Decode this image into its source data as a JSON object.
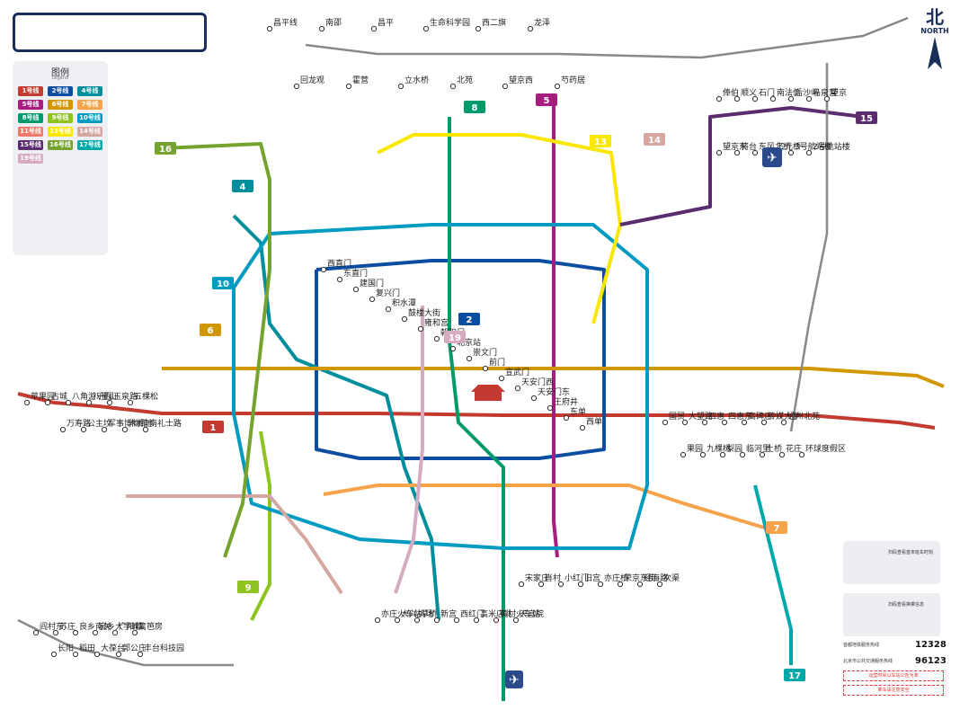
{
  "header": {
    "title": ""
  },
  "compass": {
    "zh": "北",
    "en": "NORTH"
  },
  "legend": {
    "title": "图例",
    "subtitle": "Legend",
    "chips": [
      {
        "label": "1号线",
        "color": "#c23a30"
      },
      {
        "label": "2号线",
        "color": "#0c4da2"
      },
      {
        "label": "4号线",
        "color": "#008e9c"
      },
      {
        "label": "5号线",
        "color": "#a61d7f"
      },
      {
        "label": "6号线",
        "color": "#d29700"
      },
      {
        "label": "7号线",
        "color": "#f6a44c"
      },
      {
        "label": "8号线",
        "color": "#009b6b"
      },
      {
        "label": "9号线",
        "color": "#8fc31f"
      },
      {
        "label": "10号线",
        "color": "#009bc0"
      },
      {
        "label": "11号线",
        "color": "#ed796b"
      },
      {
        "label": "13号线",
        "color": "#f9e700"
      },
      {
        "label": "14号线",
        "color": "#d4a7a2"
      },
      {
        "label": "15号线",
        "color": "#5b2c6f"
      },
      {
        "label": "16号线",
        "color": "#76a32e"
      },
      {
        "label": "17号线",
        "color": "#00a9a9"
      },
      {
        "label": "19号线",
        "color": "#d6abc1"
      }
    ]
  },
  "lines": [
    {
      "id": "1",
      "name": "1号线",
      "color": "#c23a30"
    },
    {
      "id": "2",
      "name": "2号线",
      "color": "#0c4da2"
    },
    {
      "id": "4",
      "name": "4号线",
      "color": "#008e9c"
    },
    {
      "id": "5",
      "name": "5号线",
      "color": "#a61d7f"
    },
    {
      "id": "6",
      "name": "6号线",
      "color": "#d29700"
    },
    {
      "id": "7",
      "name": "7号线",
      "color": "#f6a44c"
    },
    {
      "id": "8",
      "name": "8号线",
      "color": "#009b6b"
    },
    {
      "id": "9",
      "name": "9号线",
      "color": "#8fc31f"
    },
    {
      "id": "10",
      "name": "10号线",
      "color": "#009bc0"
    },
    {
      "id": "13",
      "name": "13号线",
      "color": "#f9e700"
    },
    {
      "id": "14",
      "name": "14号线",
      "color": "#d4a7a2"
    },
    {
      "id": "15",
      "name": "15号线",
      "color": "#5b2c6f"
    },
    {
      "id": "16",
      "name": "16号线",
      "color": "#76a32e"
    },
    {
      "id": "17",
      "name": "17号线",
      "color": "#00a9a9"
    },
    {
      "id": "19",
      "name": "19号线",
      "color": "#d6abc1"
    }
  ],
  "stations": {
    "top": [
      "昌平线",
      "南邵",
      "昌平",
      "生命科学园",
      "西二旗",
      "龙泽",
      "回龙观",
      "霍营",
      "立水桥",
      "北苑",
      "望京西",
      "芍药居"
    ],
    "centre": [
      "西直门",
      "东直门",
      "建国门",
      "复兴门",
      "积水潭",
      "鼓楼大街",
      "雍和宫",
      "朝阳门",
      "北京站",
      "崇文门",
      "前门",
      "宣武门",
      "天安门西",
      "天安门东",
      "王府井",
      "东单",
      "西单"
    ],
    "east": [
      "国贸",
      "大望路",
      "四惠",
      "四惠东",
      "高碑店",
      "传媒大学",
      "通州北苑",
      "果园",
      "九棵树",
      "梨园",
      "临河里",
      "土桥",
      "花庄",
      "环球度假区"
    ],
    "west": [
      "苹果园",
      "古城",
      "八角游乐园",
      "八宝山",
      "玉泉路",
      "五棵松",
      "万寿路",
      "公主坟",
      "军事博物馆",
      "木樨地",
      "南礼士路"
    ],
    "south": [
      "宋家庄",
      "肖村",
      "小红门",
      "旧宫",
      "亦庄桥",
      "荣京东街",
      "经海路",
      "次渠",
      "亦庄火车站",
      "大兴机场",
      "草桥",
      "新宫",
      "西红门",
      "高米店北",
      "黄村火车站",
      "天宫院"
    ],
    "southwest": [
      "阎村东",
      "苏庄",
      "良乡南关",
      "良乡大学城",
      "广阳城",
      "篱笆房",
      "长阳",
      "稻田",
      "大葆台",
      "郭公庄",
      "丰台科技园"
    ],
    "northeast": [
      "俸伯",
      "顺义",
      "石门",
      "南法信",
      "后沙峪",
      "马泉营",
      "望京",
      "望京东",
      "将台",
      "东风北桥",
      "三元桥",
      "3号航站楼",
      "2号航站楼"
    ]
  },
  "notes": {
    "qr1": "扫码查看首末班车时刻",
    "qr2": "扫码查看换乘信息",
    "hotline_label_1": "首都地铁服务热线",
    "hotline_num_1": "12328",
    "hotline_label_2": "北京市公共交通服务热线",
    "hotline_num_2": "96123",
    "box_1": "运营时间以车站公告为准",
    "box_2": "乘车请注意安全"
  },
  "colors": {
    "title_frame": "#1a2e5a",
    "legend_bg": "#eef0f3",
    "line_grey": "#888888"
  }
}
